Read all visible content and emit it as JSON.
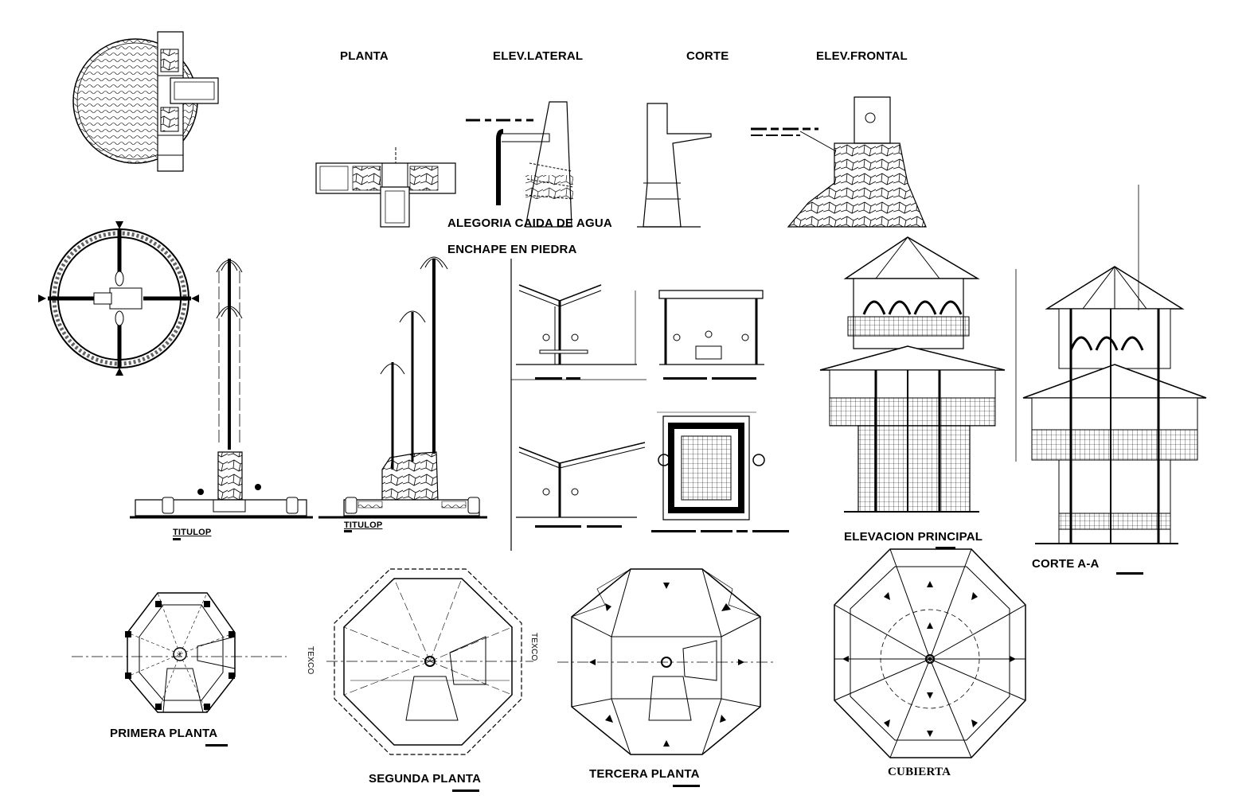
{
  "labels": {
    "planta": "PLANTA",
    "elev_lateral": "ELEV.LATERAL",
    "corte": "CORTE",
    "elev_frontal": "ELEV.FRONTAL",
    "alegoria": "ALEGORIA CAIDA DE AGUA",
    "enchape": "ENCHAPE EN PIEDRA",
    "titulo_1": "TITULOP",
    "titulo_2": "TITULOP",
    "elevacion_principal": "ELEVACION PRINCIPAL",
    "corte_aa": "CORTE A-A",
    "primera_planta": "PRIMERA PLANTA",
    "segunda_planta": "SEGUNDA PLANTA",
    "tercera_planta": "TERCERA PLANTA",
    "cubierta": "CUBIERTA",
    "texco_left": "TEXCO",
    "texco_right": "TEXCO"
  },
  "colors": {
    "ink": "#000000",
    "paper": "#ffffff",
    "hatch_fill": "#d8d8d8"
  }
}
